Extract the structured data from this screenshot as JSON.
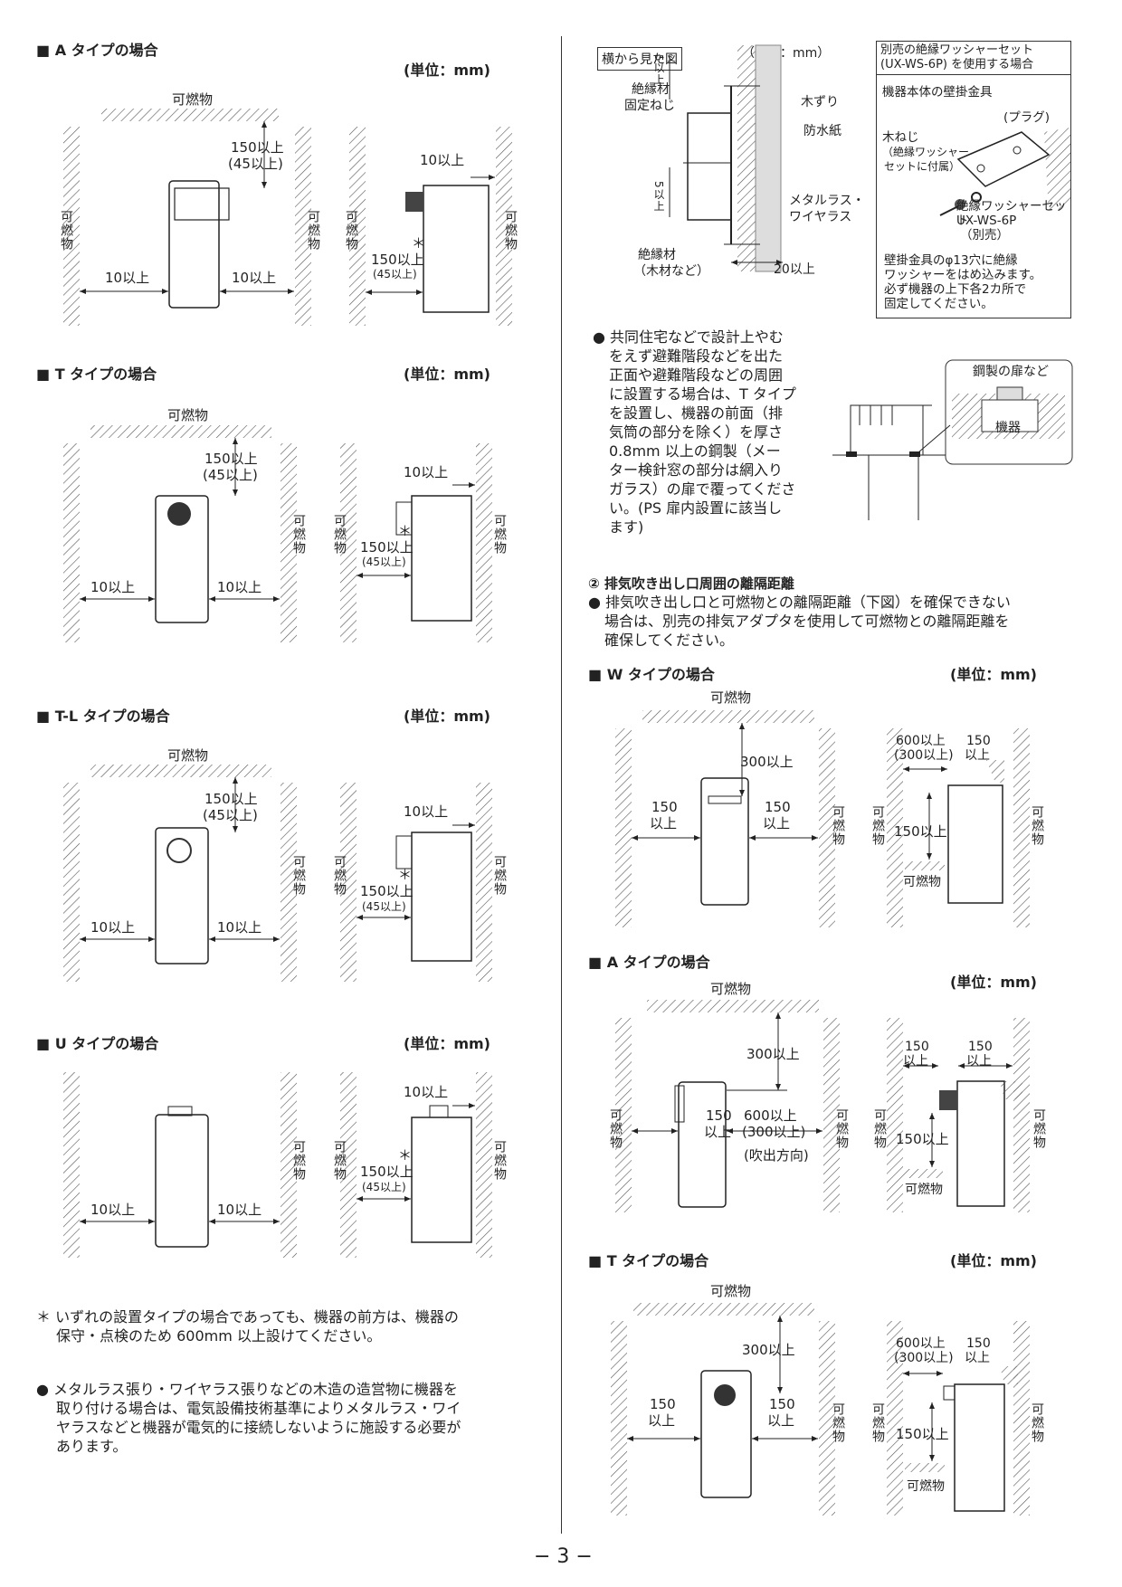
{
  "common": {
    "combustible": "可燃物",
    "combustible_v": "可燃物",
    "unit": "(単位：mm)",
    "s10": "10以上",
    "s150": "150以上",
    "s45": "(45以上)",
    "s150_2": "150以上",
    "s45_2": "(45以上)",
    "asterisk": "＊",
    "s300": "300以上",
    "s150_top": "150",
    "s_ijo": "以上",
    "s600": "600以上",
    "s300p": "(300以上)"
  },
  "left_sections": [
    {
      "title": "■ A タイプの場合"
    },
    {
      "title": "■ T タイプの場合"
    },
    {
      "title": "■ T-L タイプの場合"
    },
    {
      "title": "■ U タイプの場合"
    }
  ],
  "right_sections": [
    {
      "title": "■ W タイプの場合"
    },
    {
      "title": "■ A タイプの場合"
    },
    {
      "title": "■ T タイプの場合"
    }
  ],
  "side_view": {
    "title": "横から見た図",
    "unit": "（単位：mm）",
    "insulator_top": "絶縁材",
    "fix_screw": "固定ねじ",
    "min5_top": "5以上",
    "min5_bottom": "5以上",
    "kizuri": "木ずり",
    "bousuishi": "防水紙",
    "metal_lath": "メタルラス・",
    "wire_lath": "ワイヤラス",
    "insulator_bottom": "絶縁材",
    "wood": "（木材など）",
    "min20": "20以上"
  },
  "washer_box": {
    "title1": "別売の絶縁ワッシャーセット",
    "title2": "(UX-WS-6P) を使用する場合",
    "bracket": "機器本体の壁掛金具",
    "plug": "(プラグ)",
    "screw1": "木ねじ",
    "screw2": "（絶縁ワッシャー",
    "screw3": "セットに付属）",
    "set1": "絶縁ワッシャーセット",
    "set2": "UX-WS-6P",
    "set3": "（別売）",
    "note1": "壁掛金具のφ13穴に絶縁",
    "note2": "ワッシャーをはめ込みます。",
    "note3": "必ず機器の上下各2カ所で",
    "note4": "固定してください。"
  },
  "ps_paragraph": [
    "● 共同住宅などで設計上やむ",
    "をえず避難階段などを出た",
    "正面や避難階段などの周囲",
    "に設置する場合は、T タイプ",
    "を設置し、機器の前面（排",
    "気筒の部分を除く）を厚さ",
    "0.8mm 以上の鋼製（メー",
    "ター検針窓の部分は網入り",
    "ガラス）の扉で覆ってくださ",
    "い。(PS 扉内設置に該当し",
    "ます)"
  ],
  "ps_figure": {
    "door": "鋼製の扉など",
    "unit_label": "機器"
  },
  "exhaust": {
    "heading": "② 排気吹き出し口周囲の離隔距離",
    "line1": "● 排気吹き出し口と可燃物との離隔距離（下図）を確保できない",
    "line2": "場合は、別売の排気アダプタを使用して可燃物との離隔距離を",
    "line3": "確保してください。"
  },
  "blow_dir": "(吹出方向)",
  "footnote": {
    "line1": "＊ いずれの設置タイプの場合であっても、機器の前方は、機器の",
    "line2": "保守・点検のため 600mm 以上設けてください。"
  },
  "metal_note": [
    "● メタルラス張り・ワイヤラス張りなどの木造の造営物に機器を",
    "取り付ける場合は、電気設備技術基準によりメタルラス・ワイ",
    "ヤラスなどと機器が電気的に接続しないように施設する必要が",
    "あります。"
  ],
  "page_number": "− 3 −"
}
